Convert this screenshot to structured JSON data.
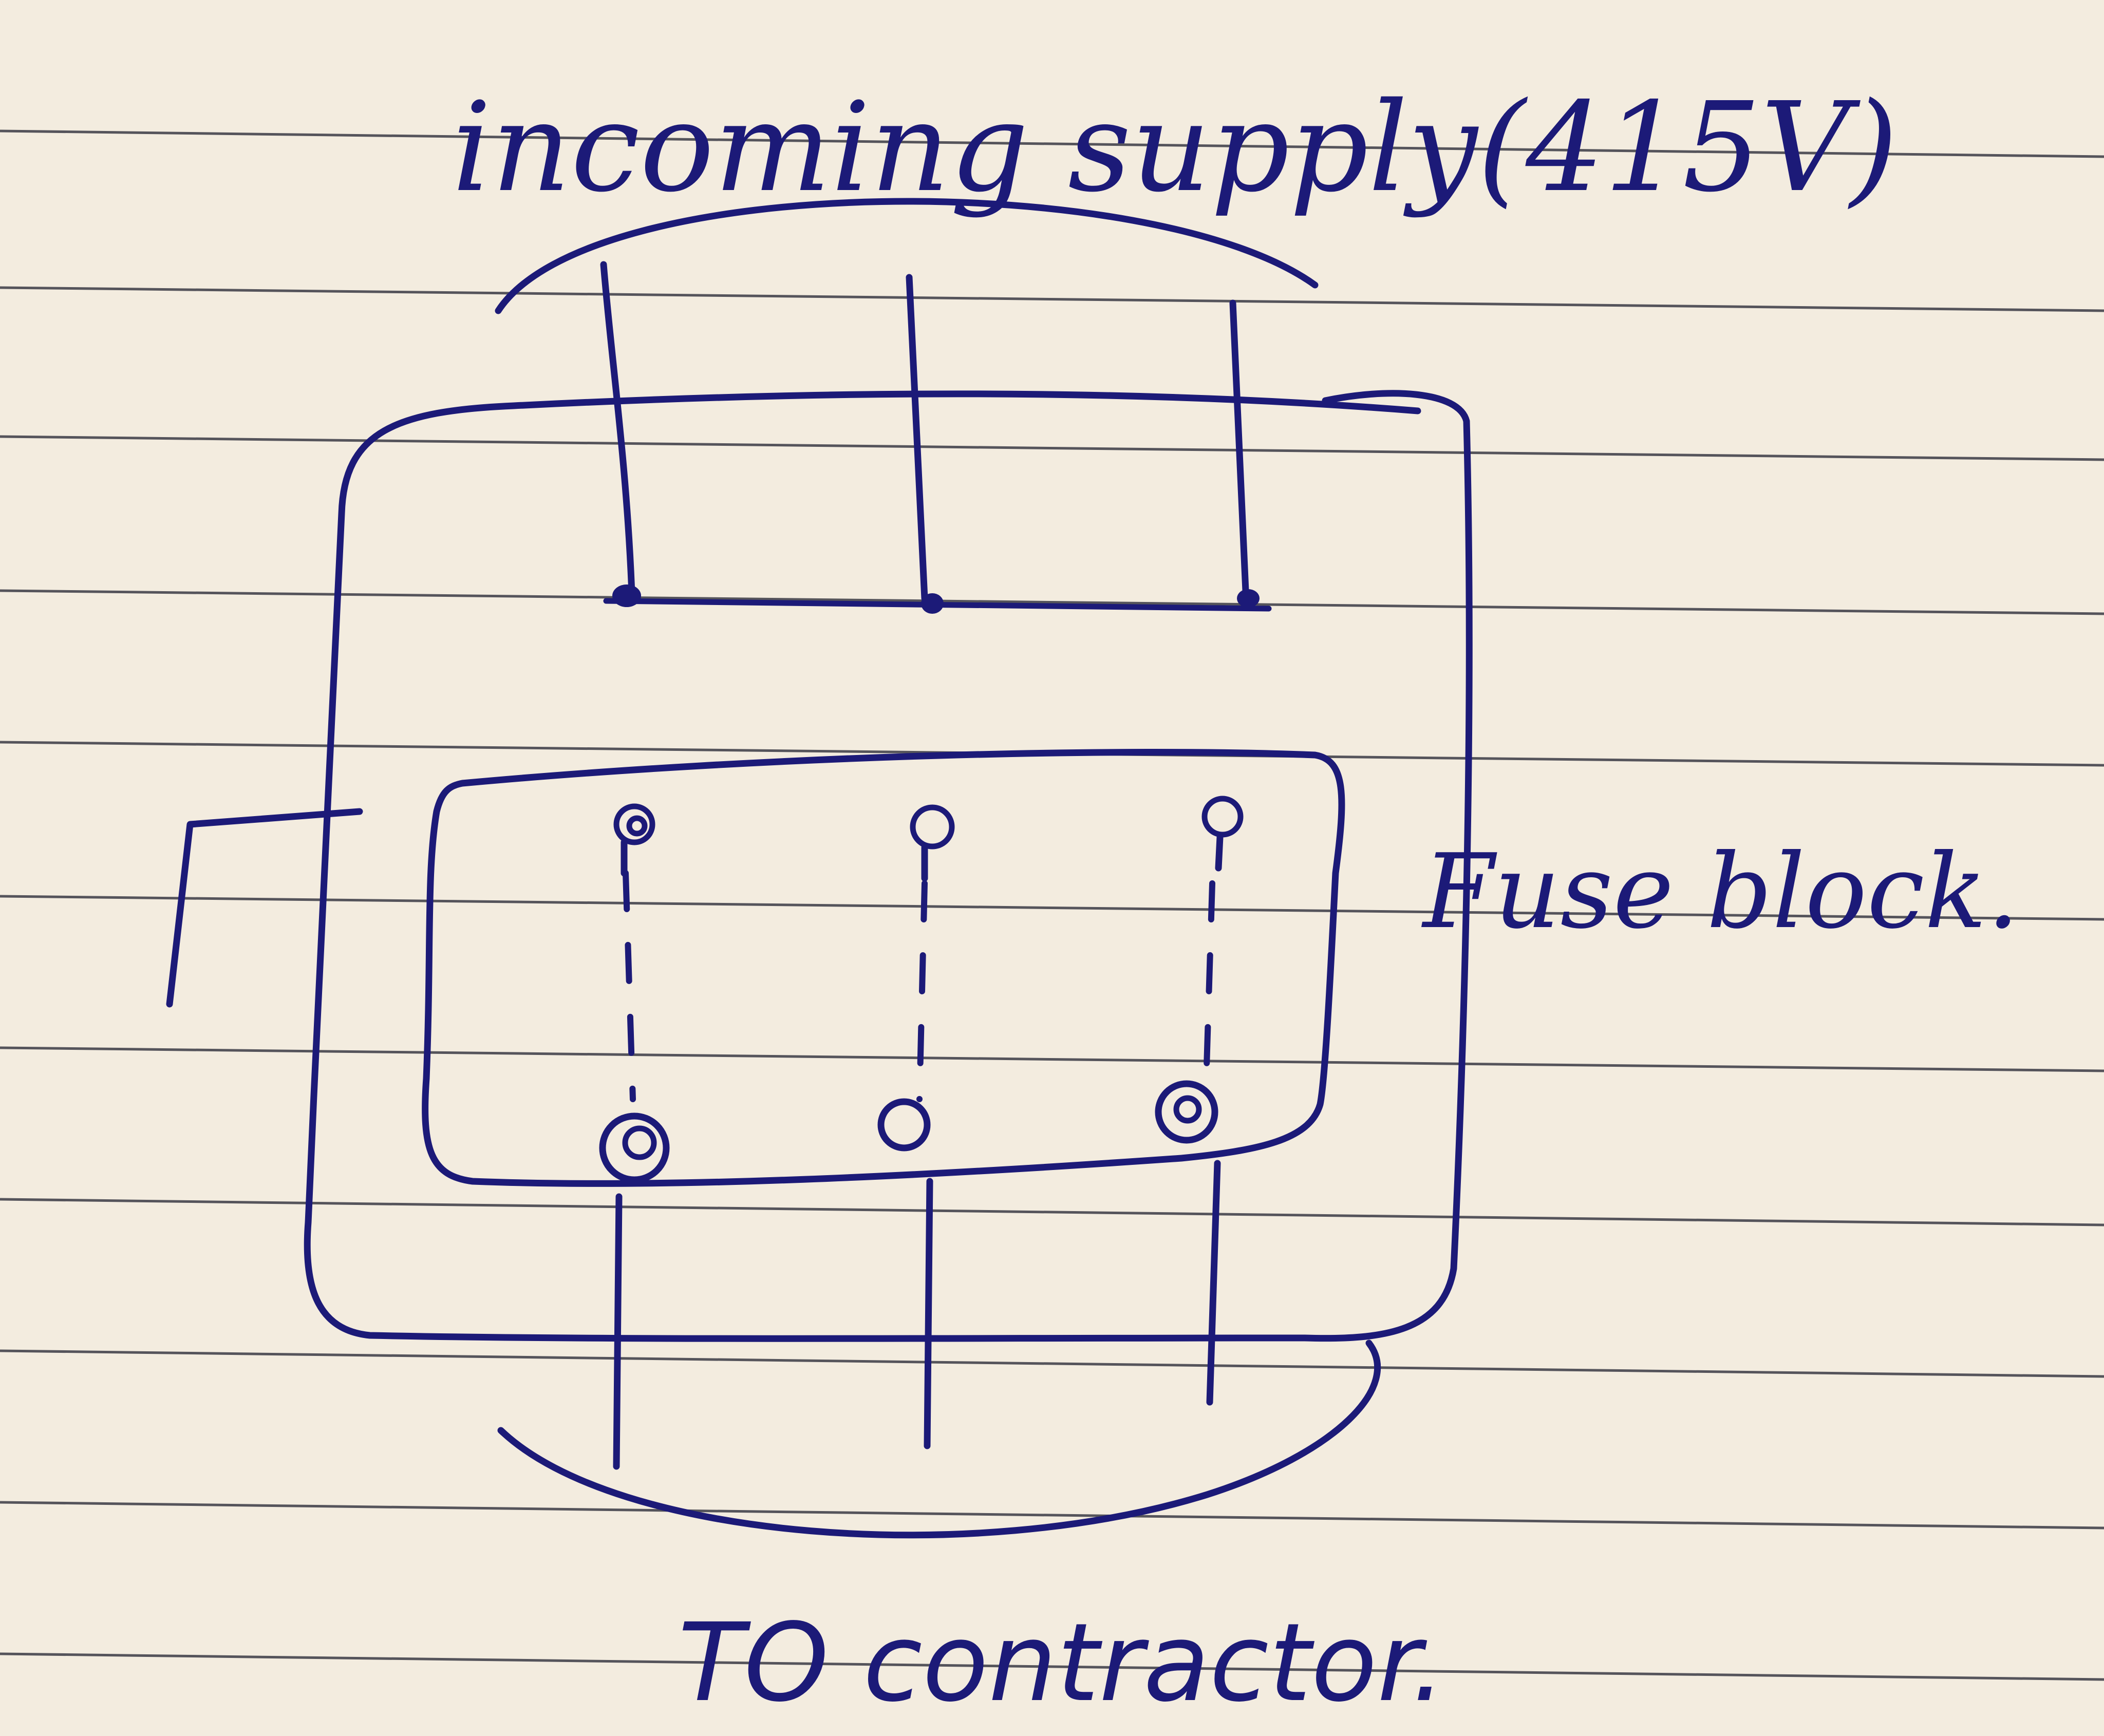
{
  "labels": {
    "top": "incoming supply(415V)",
    "side": "Fuse block.",
    "bottom": "TO contractor."
  },
  "colors": {
    "ink": "#1c1a78",
    "paper": "#f3ecdf",
    "rule": "#3a3a44"
  }
}
